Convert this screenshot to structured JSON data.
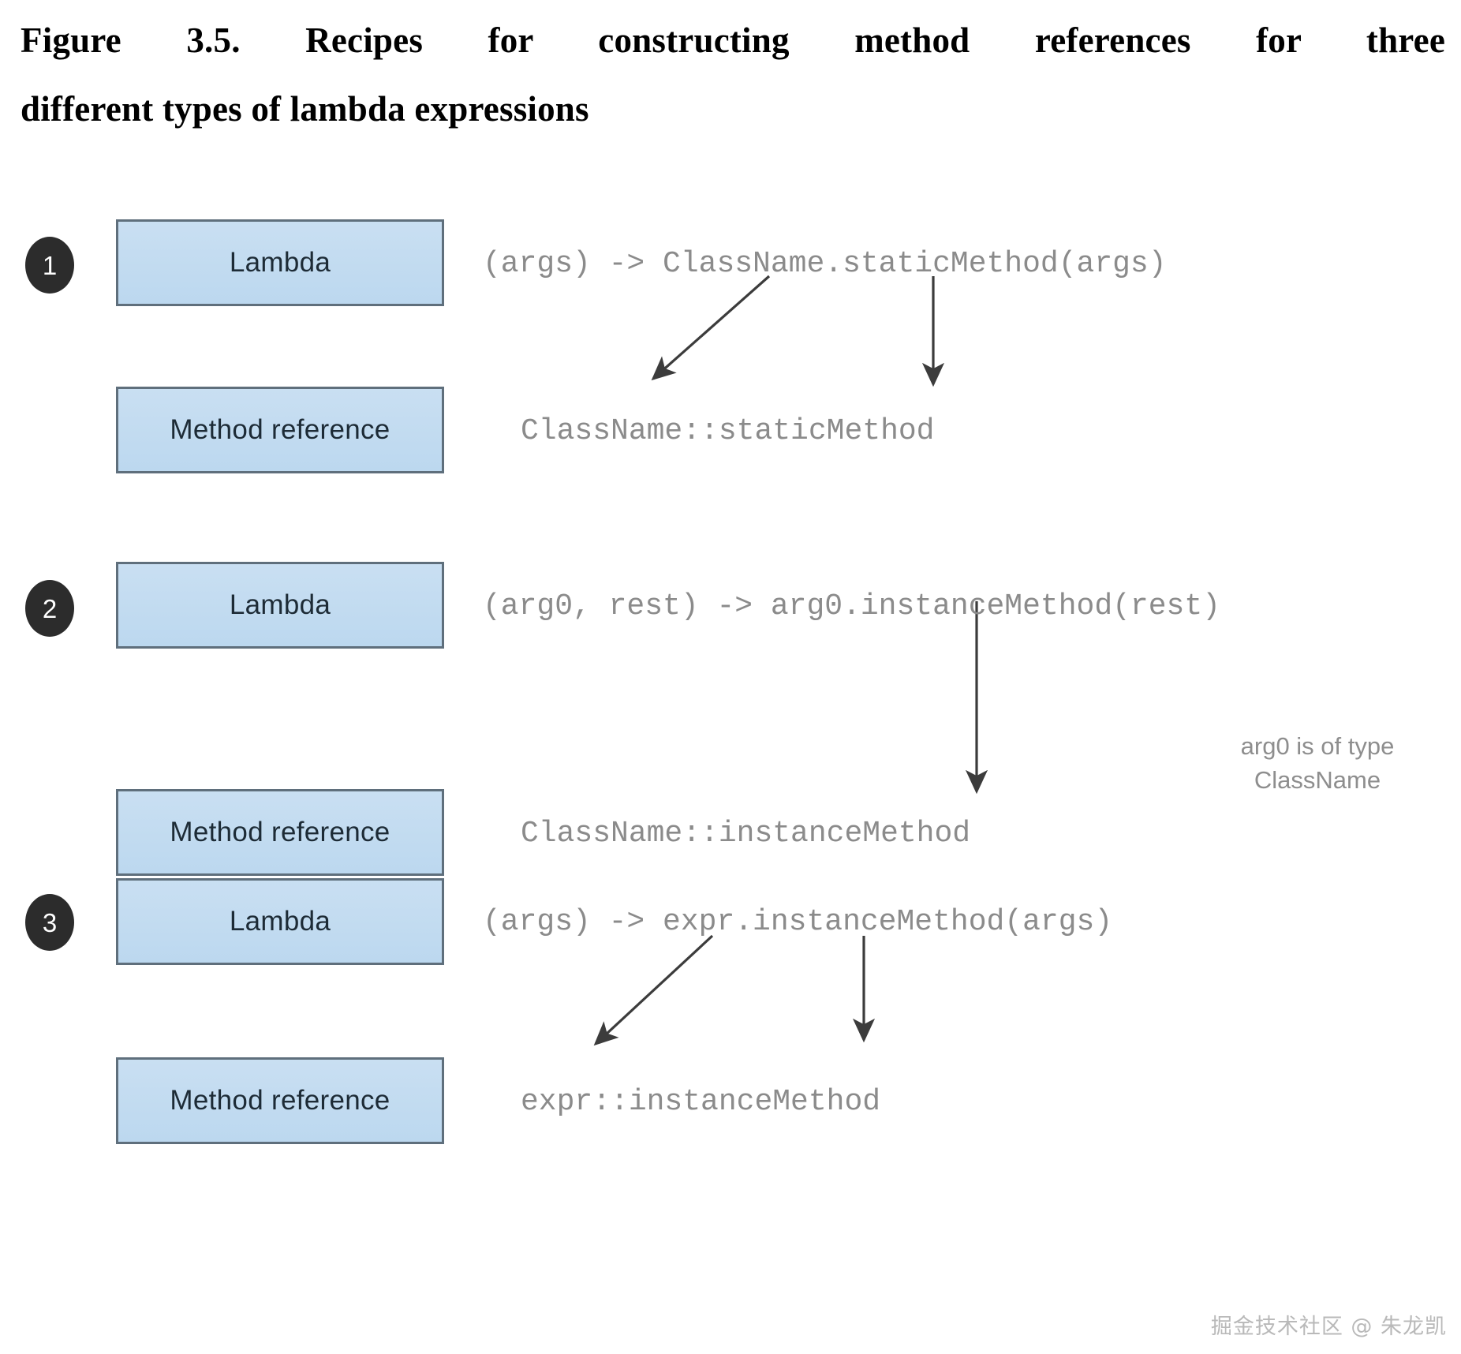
{
  "caption": {
    "line1": "Figure 3.5. Recipes for constructing method references for three",
    "line2": "different types of lambda expressions"
  },
  "labels": {
    "lambda": "Lambda",
    "method_reference": "Method reference"
  },
  "colors": {
    "box_fill": "#c3dcf0",
    "box_border": "#5f6f7c",
    "badge_fill": "#2c2c2c",
    "code_text": "#8b8b8b",
    "arrow": "#3c3c3c",
    "watermark": "#b9b9b9"
  },
  "blocks": [
    {
      "number": "1",
      "lambda_label": "Lambda",
      "lambda_code": "(args) -> ClassName.staticMethod(args)",
      "mref_label": "Method reference",
      "mref_code": "ClassName::staticMethod",
      "note": ""
    },
    {
      "number": "2",
      "lambda_label": "Lambda",
      "lambda_code": "(arg0, rest) -> arg0.instanceMethod(rest)",
      "mref_label": "Method reference",
      "mref_code": "ClassName::instanceMethod",
      "note": "arg0 is of type\nClassName"
    },
    {
      "number": "3",
      "lambda_label": "Lambda",
      "lambda_code": "(args) -> expr.instanceMethod(args)",
      "mref_label": "Method reference",
      "mref_code": "expr::instanceMethod",
      "note": ""
    }
  ],
  "watermark": "掘金技术社区 @ 朱龙凯"
}
